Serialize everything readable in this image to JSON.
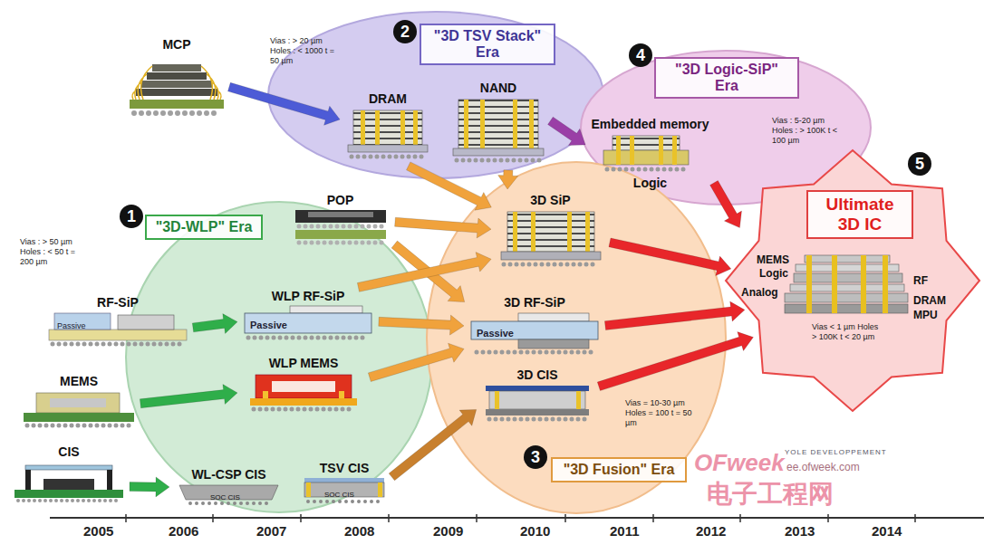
{
  "diagram": {
    "nodes": [
      {
        "text": [
          "MCP"
        ]
      },
      {
        "text": [
          "\"3D TSV Stack\" Era"
        ]
      },
      {
        "text": [
          "DRAM"
        ],
        "in": 1
      },
      {
        "text": [
          "NAND"
        ],
        "in": 1
      },
      {
        "text": [
          "\"3D Logic-SiP\" Era"
        ]
      },
      {
        "text": [
          "Embedded memory",
          "Logic"
        ],
        "in": 4
      },
      {
        "text": [
          "\"3D-WLP\" Era"
        ]
      },
      {
        "text": [
          "POP"
        ]
      },
      {
        "text": [
          "RF-SiP"
        ]
      },
      {
        "text": [
          "WLP RF-SiP"
        ],
        "in": 6
      },
      {
        "text": [
          "MEMS"
        ]
      },
      {
        "text": [
          "WLP MEMS"
        ],
        "in": 6
      },
      {
        "text": [
          "CIS"
        ]
      },
      {
        "text": [
          "WL-CSP CIS"
        ],
        "in": 6
      },
      {
        "text": [
          "TSV CIS"
        ],
        "in": 6
      },
      {
        "text": [
          "\"3D Fusion\" Era"
        ]
      },
      {
        "text": [
          "3D SiP"
        ],
        "in": 15
      },
      {
        "text": [
          "3D RF-SiP"
        ],
        "in": 15
      },
      {
        "text": [
          "3D CIS"
        ],
        "in": 15
      },
      {
        "text": [
          "Ultimate 3D IC"
        ]
      }
    ],
    "edges": [
      {
        "from": 0,
        "to": 2,
        "arrow": "to"
      },
      {
        "from": 3,
        "to": 5,
        "arrow": "to"
      },
      {
        "from": 2,
        "to": 16,
        "arrow": "to"
      },
      {
        "from": 3,
        "to": 16,
        "arrow": "to"
      },
      {
        "from": 7,
        "to": 16,
        "arrow": "to"
      },
      {
        "from": 7,
        "to": 17,
        "arrow": "to"
      },
      {
        "from": 8,
        "to": 9,
        "arrow": "to"
      },
      {
        "from": 10,
        "to": 11,
        "arrow": "to"
      },
      {
        "from": 12,
        "to": 13,
        "arrow": "to"
      },
      {
        "from": 9,
        "to": 17,
        "arrow": "to"
      },
      {
        "from": 9,
        "to": 16,
        "arrow": "to"
      },
      {
        "from": 11,
        "to": 17,
        "arrow": "to"
      },
      {
        "from": 14,
        "to": 18,
        "arrow": "to"
      },
      {
        "from": 5,
        "to": 19,
        "arrow": "to"
      },
      {
        "from": 16,
        "to": 19,
        "arrow": "to"
      },
      {
        "from": 17,
        "to": 19,
        "arrow": "to"
      },
      {
        "from": 18,
        "to": 19,
        "arrow": "to"
      }
    ],
    "labels": [
      "1",
      "2",
      "3",
      "4",
      "5",
      "Vias : > 20 µm Holes : < 1000 t = 50 µm",
      "Vias : > 50 µm Holes : < 50 t = 200 µm",
      "Vias : 5-20 µm Holes : > 100K t < 100 µm",
      "Vias = 10-30 µm Holes = 100 t = 50 µm",
      "Vias < 1 µm Holes > 100K t < 20 µm",
      "MEMS",
      "Logic",
      "Analog",
      "RF",
      "DRAM",
      "MPU",
      "Passive",
      "Passive",
      "Passive",
      "SOC CIS",
      "SOC CIS",
      "2005",
      "2006",
      "2007",
      "2008",
      "2009",
      "2010",
      "2011",
      "2012",
      "2013",
      "2014",
      "YOLE DEVELOPPEMENT",
      "OFweek",
      "ee.ofweek.com",
      "电子工程网"
    ]
  }
}
